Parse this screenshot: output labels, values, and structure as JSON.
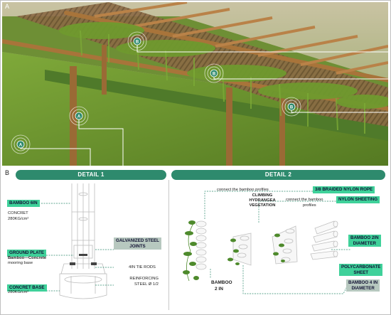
{
  "panels": {
    "a": "A",
    "b": "B"
  },
  "markers": [
    "A",
    "A",
    "B",
    "B",
    "B"
  ],
  "detail1": {
    "title": "DETAIL 1",
    "bamboo_6in": "BAMBOO 6IN",
    "concret": "CONCRET",
    "concret_value": "280KG/cm²",
    "ground_plate": "GROUND PLATE",
    "ground_plate_desc1": "Bamboo—Concrete",
    "ground_plate_desc2": "mooring base",
    "concret_base": "CONCRET BASE",
    "concret_base_value": "280KG/cm²",
    "galvanized1": "GALVANIZED STEEL",
    "galvanized2": "JOINTS",
    "tie_rods": "4IN TIE RODS",
    "reinforcing1": "REINFORCING",
    "reinforcing2": "STEEL Ø 1/2"
  },
  "detail2": {
    "title": "DETAIL 2",
    "connect1": "connect the bamboo profiles",
    "nylon_rope": "3/8 BRAIDED NYLON ROPE",
    "climbing1": "CLIMBING",
    "climbing2": "HYDRANGEA",
    "climbing3": "VEGETATION",
    "connect2a": "connect the bamboo",
    "connect2b": "profiles",
    "nylon_sheeting": "NYLON SHEETING",
    "bamboo2in_1": "BAMBOO 2IN",
    "bamboo2in_2": "DIAMETER",
    "polycarbonate1": "POLYCARBONATE",
    "polycarbonate2": "SHEET",
    "bamboo4in_1": "BAMBOO 4 IN",
    "bamboo4in_2": "DIAMETER",
    "bamboo_2in_a": "BAMBOO",
    "bamboo_2in_b": "2 IN"
  },
  "colors": {
    "accent": "#2e8a6d",
    "tag_green": "#3fd19a",
    "tag_grey": "#b7c8bf",
    "grass": "#6f9a2e",
    "wood": "#a8743a"
  }
}
